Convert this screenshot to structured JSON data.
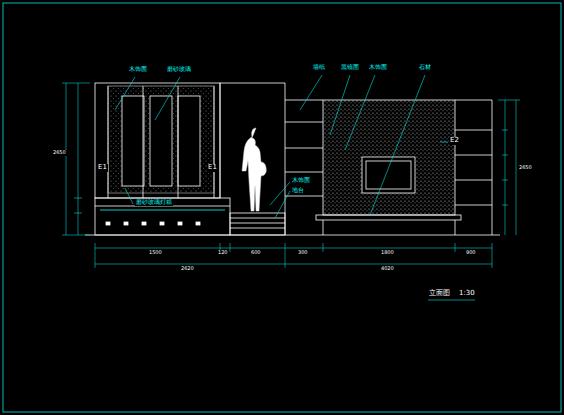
{
  "diagram": {
    "labels": [
      "木饰面",
      "磨砂玻璃",
      "E1",
      "E1",
      "磨砂玻璃灯箱",
      "木饰面",
      "地台",
      "墙纸",
      "黑镜面",
      "木饰面",
      "石材",
      "E2",
      "1500",
      "120",
      "600",
      "300",
      "1800",
      "900",
      "2620",
      "4020",
      "2650",
      "2650",
      "立面图",
      "1:30"
    ]
  }
}
